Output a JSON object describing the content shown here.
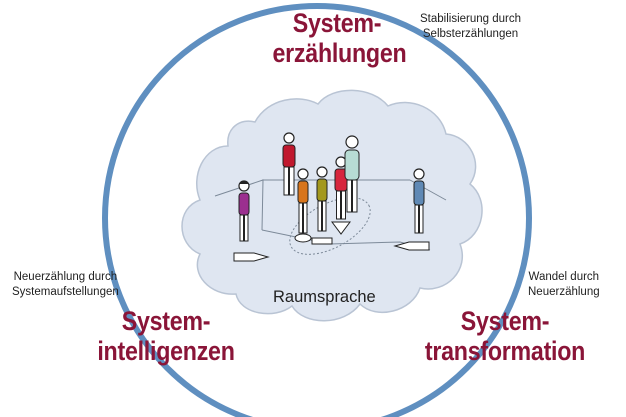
{
  "headings": {
    "top": [
      "System-",
      "erzählungen"
    ],
    "left": [
      "System-",
      "intelligenzen"
    ],
    "right": [
      "System-",
      "transformation"
    ]
  },
  "notes": {
    "top_right": [
      "Stabilisierung durch",
      "Selbsterzählungen"
    ],
    "left": [
      "Neuerzählung durch",
      "Systemaufstellungen"
    ],
    "right": [
      "Wandel durch",
      "Neuerzählung"
    ]
  },
  "cloud_label": "Raumsprache",
  "colors": {
    "heading": "#8a1538",
    "ring": "#5f8fc0",
    "cloud_fill": "#dfe6f1",
    "cloud_stroke": "#b9c4d4"
  },
  "figures": [
    {
      "name": "figure-purple",
      "color": "#9b2f8f"
    },
    {
      "name": "figure-red-back",
      "color": "#c0182e"
    },
    {
      "name": "figure-orange",
      "color": "#d8751c"
    },
    {
      "name": "figure-olive",
      "color": "#a3981d"
    },
    {
      "name": "figure-red-front",
      "color": "#d7263d"
    },
    {
      "name": "figure-tall-mint",
      "color": "#b7dcd4"
    },
    {
      "name": "figure-blue",
      "color": "#5f89b5"
    }
  ]
}
